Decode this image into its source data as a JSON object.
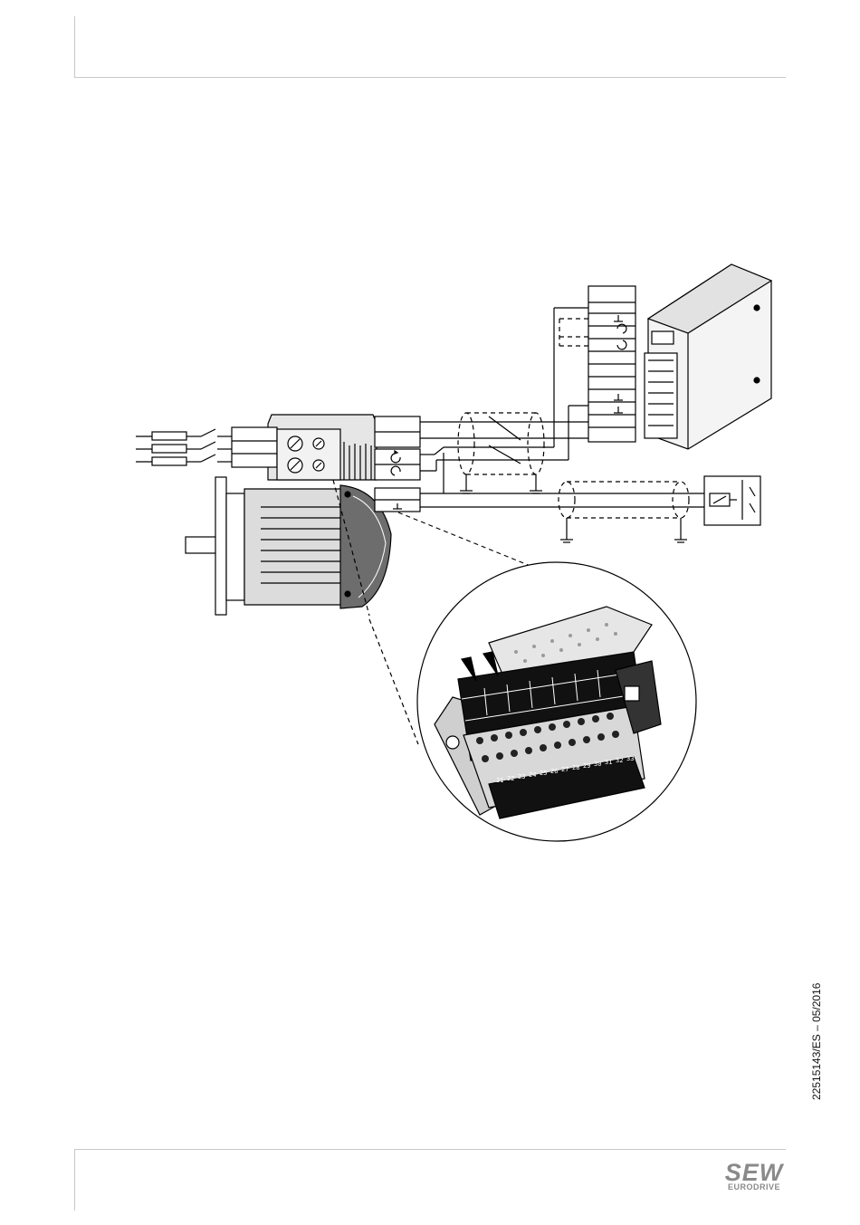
{
  "footer": {
    "doc_id": "22515143/ES – 05/2016",
    "brand": {
      "name": "SEW",
      "sub": "EURODRIVE",
      "color": "#8a8a8a"
    }
  },
  "illustration": {
    "terminal_numbers": [
      "21",
      "22",
      "23",
      "24",
      "25",
      "26",
      "27",
      "28",
      "29",
      "30",
      "31",
      "32",
      "33"
    ]
  }
}
